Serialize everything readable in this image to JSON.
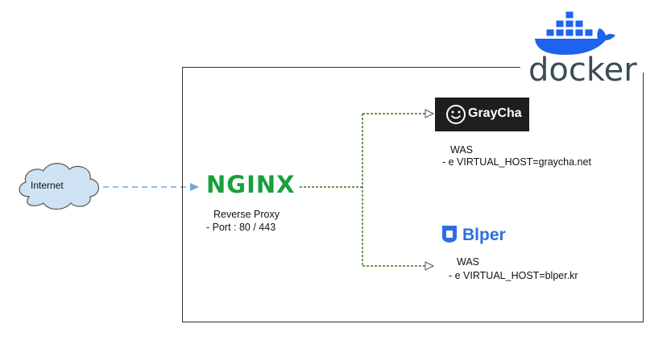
{
  "internet": {
    "label": "Internet"
  },
  "nginx": {
    "logo_text": "NGINX",
    "caption_line1": "Reverse Proxy",
    "caption_line2": "- Port : 80 / 443"
  },
  "docker": {
    "logo_text": "docker"
  },
  "graycha": {
    "logo_text": "GrayCha",
    "caption_line1": "WAS",
    "caption_line2": "- e VIRTUAL_HOST=graycha.net"
  },
  "blper": {
    "logo_text": "Blper",
    "caption_line1": "WAS",
    "caption_line2": "- e VIRTUAL_HOST=blper.kr"
  },
  "colors": {
    "nginx_green": "#18a03a",
    "docker_blue": "#1d63ed",
    "blper_blue": "#2b6fe0",
    "arrow_blue": "#6fa8dc",
    "arrow_green": "#38761d",
    "cloud_fill": "#cfe2f3"
  }
}
